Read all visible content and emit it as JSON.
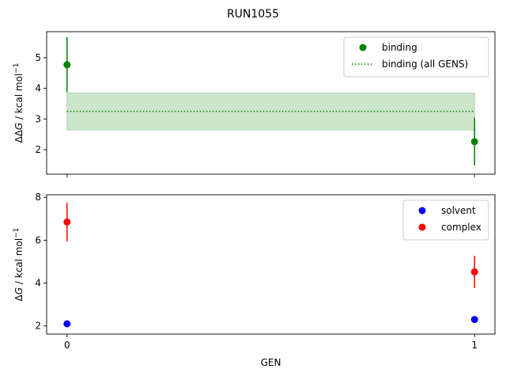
{
  "figure": {
    "title": "RUN1055"
  },
  "chart_data": [
    {
      "type": "scatter",
      "ylabel_parts": [
        "ΔΔ",
        "G",
        " / kcal mol",
        "−1"
      ],
      "x_ticks": [
        0,
        1
      ],
      "xlim": [
        -0.05,
        1.05
      ],
      "ylim": [
        1.2,
        5.85
      ],
      "y_ticks": [
        2,
        3,
        4,
        5
      ],
      "legend_position": "top-right",
      "series": [
        {
          "name": "binding",
          "kind": "errorbar-points",
          "color": "#008000",
          "x": [
            0,
            1
          ],
          "y": [
            4.77,
            2.26
          ],
          "err": [
            0.9,
            0.78
          ]
        },
        {
          "name": "binding (all GENS)",
          "kind": "mean-line-band",
          "color": "#008000",
          "band_color": "#008000",
          "band_opacity": 0.2,
          "x_range": [
            0,
            1
          ],
          "mean": 3.25,
          "band": [
            2.64,
            3.85
          ]
        }
      ]
    },
    {
      "type": "scatter",
      "ylabel_parts": [
        "Δ",
        "G",
        " / kcal mol",
        "−1"
      ],
      "xlabel": "GEN",
      "x_ticks": [
        0,
        1
      ],
      "x_ticklabels": [
        "0",
        "1"
      ],
      "xlim": [
        -0.05,
        1.05
      ],
      "ylim": [
        1.62,
        8.12
      ],
      "y_ticks": [
        2,
        4,
        6,
        8
      ],
      "legend_position": "top-right",
      "series": [
        {
          "name": "solvent",
          "kind": "errorbar-points",
          "color": "#0000ff",
          "x": [
            0,
            1
          ],
          "y": [
            2.1,
            2.3
          ],
          "err": [
            0.05,
            0.08
          ]
        },
        {
          "name": "complex",
          "kind": "errorbar-points",
          "color": "#ff0000",
          "x": [
            0,
            1
          ],
          "y": [
            6.85,
            4.52
          ],
          "err": [
            0.9,
            0.75
          ]
        }
      ]
    }
  ]
}
